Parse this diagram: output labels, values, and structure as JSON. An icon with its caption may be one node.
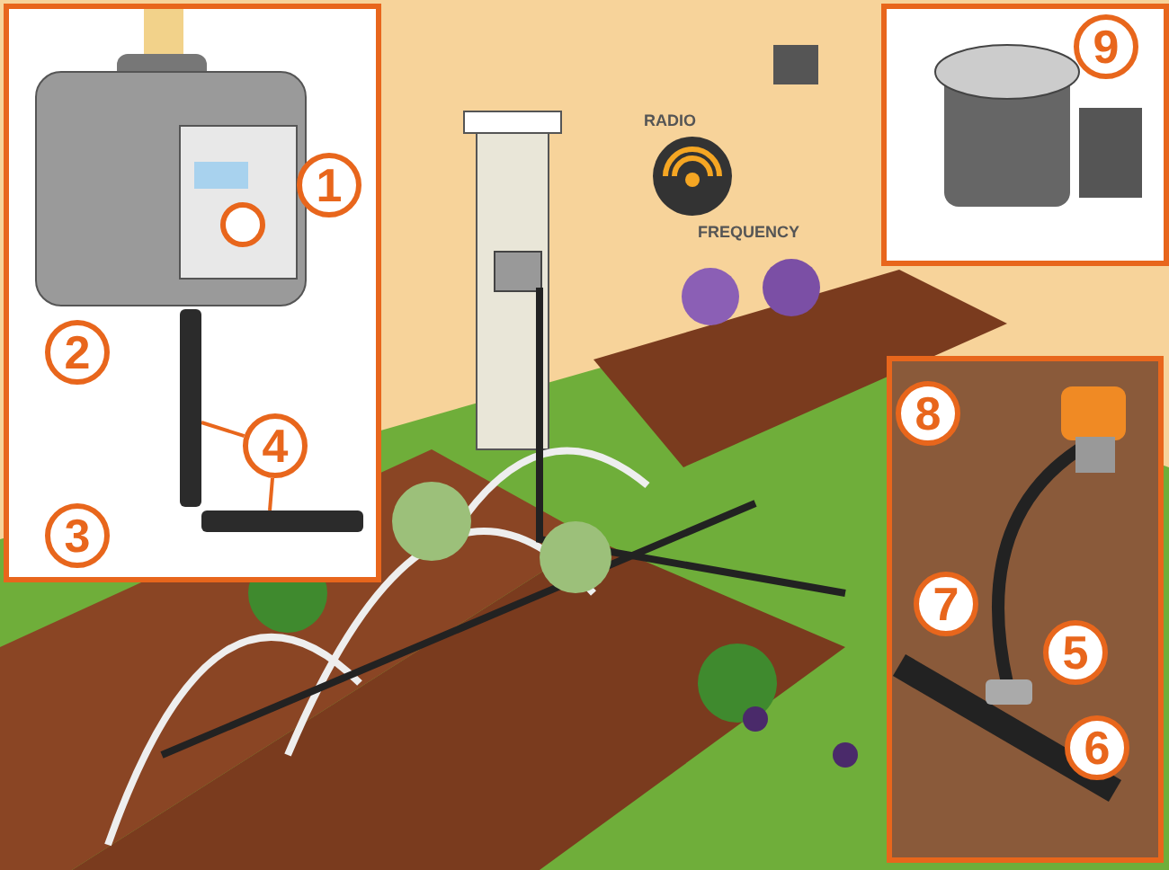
{
  "diagram": {
    "nodes": [
      {
        "text": [
          "1"
        ]
      },
      {
        "text": [
          "2"
        ]
      },
      {
        "text": [
          "3"
        ]
      },
      {
        "text": [
          "4"
        ]
      },
      {
        "text": [
          "5"
        ]
      },
      {
        "text": [
          "6"
        ]
      },
      {
        "text": [
          "7"
        ]
      },
      {
        "text": [
          "8"
        ]
      },
      {
        "text": [
          "9"
        ]
      },
      {
        "text": [],
        "shape": "bar"
      },
      {
        "text": [],
        "shape": "bar"
      }
    ],
    "edges": [
      {
        "from": 3,
        "to": 9,
        "arrow": "none"
      },
      {
        "from": 3,
        "to": 10,
        "arrow": "none"
      }
    ],
    "labels": [
      "RADIO",
      "FREQUENCY"
    ]
  }
}
